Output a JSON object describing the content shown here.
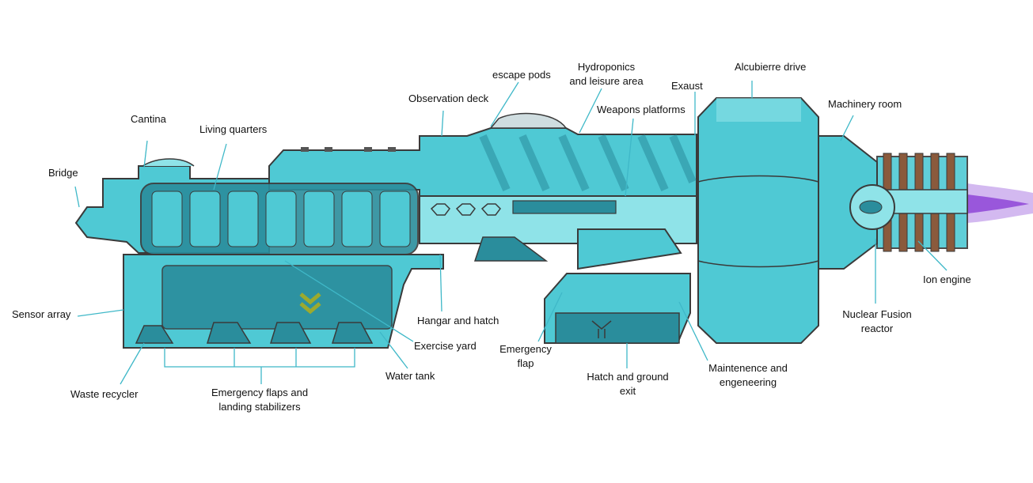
{
  "labels": {
    "bridge": "Bridge",
    "cantina": "Cantina",
    "living_quarters": "Living quarters",
    "observation_deck": "Observation deck",
    "escape_pods": "escape pods",
    "hydroponics_1": "Hydroponics",
    "hydroponics_2": "and leisure area",
    "exaust": "Exaust",
    "weapons_platforms": "Weapons platforms",
    "alcubierre_drive": "Alcubierre drive",
    "machinery_room": "Machinery room",
    "ion_engine": "Ion engine",
    "nuclear_1": "Nuclear Fusion",
    "nuclear_2": "reactor",
    "sensor_array": "Sensor array",
    "hangar_hatch": "Hangar and hatch",
    "exercise_yard": "Exercise yard",
    "emergency_flap_1": "Emergency",
    "emergency_flap_2": "flap",
    "water_tank": "Water tank",
    "waste_recycler": "Waste recycler",
    "emergency_flaps_1": "Emergency flaps and",
    "emergency_flaps_2": "landing stabilizers",
    "hatch_exit_1": "Hatch and ground",
    "hatch_exit_2": "exit",
    "maintenance_1": "Maintenence and",
    "maintenance_2": "engeneering"
  },
  "colors": {
    "hull": "#4fc9d4",
    "hull_light": "#8fe3e8",
    "hull_dark": "#2a8d9c",
    "outline": "#3a3a3a",
    "leader_line": "#3fb8c8",
    "exhaust": "#9b5cd9",
    "rust": "#8a5a3c"
  }
}
